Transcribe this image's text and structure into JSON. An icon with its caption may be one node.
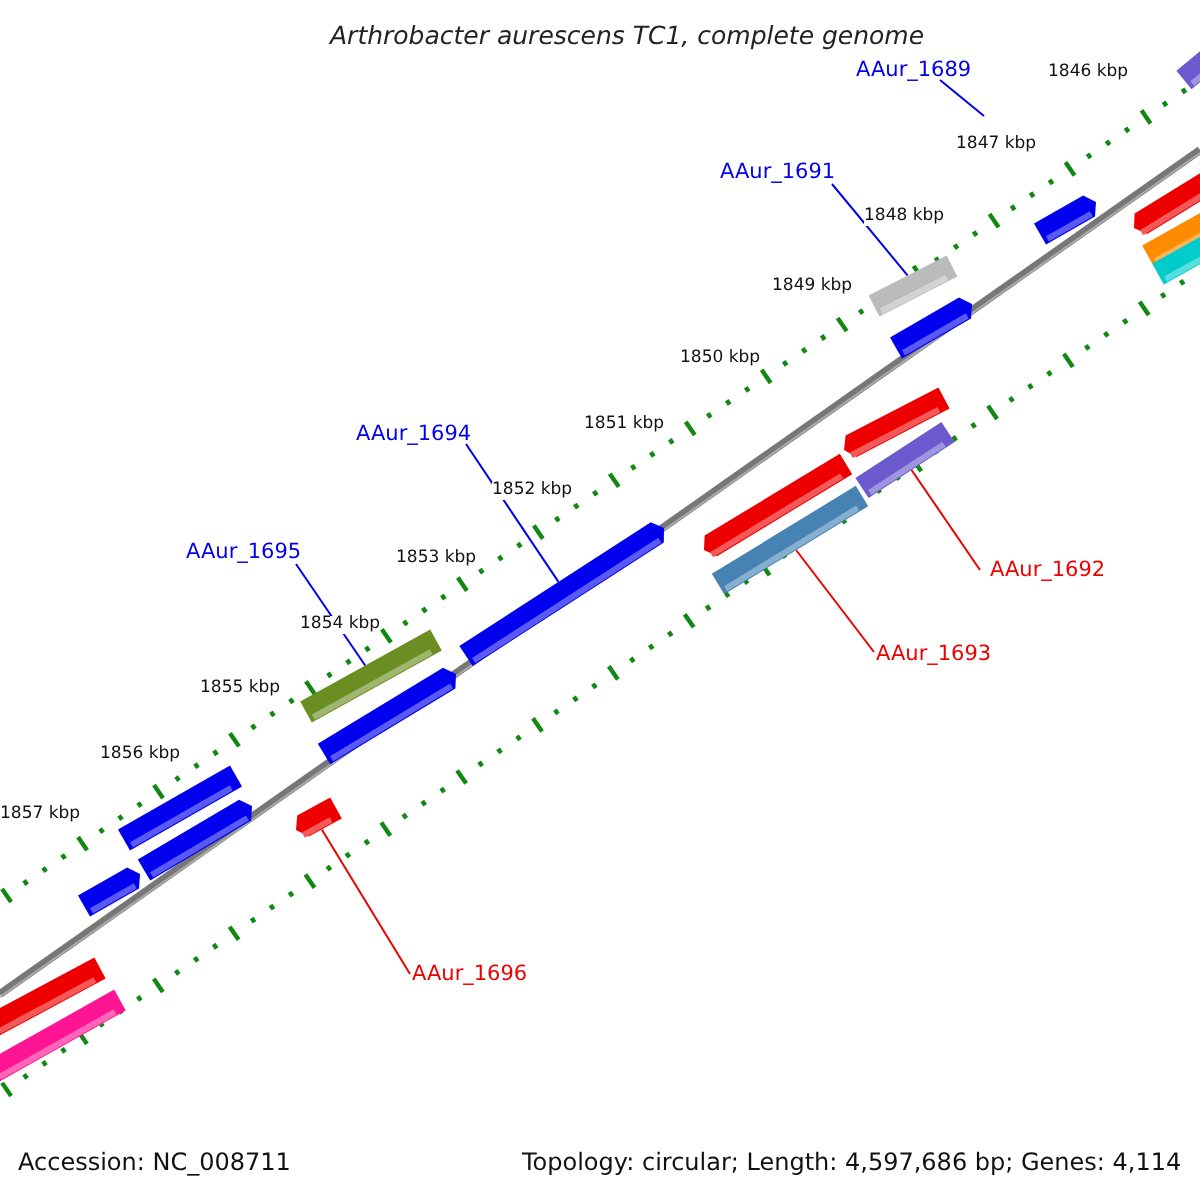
{
  "diagram": {
    "title": "Arthrobacter aurescens TC1, complete genome",
    "nodes": [
      {
        "text": [
          "AAur_1689"
        ]
      },
      {
        "text": [
          "AAur_1691"
        ]
      },
      {
        "text": [],
        "shape": "bar"
      },
      {
        "text": [
          "AAur_1694"
        ]
      },
      {
        "text": [],
        "shape": "bar"
      },
      {
        "text": [
          "AAur_1695"
        ]
      },
      {
        "text": [],
        "shape": "bar"
      },
      {
        "text": [
          "AAur_1692"
        ]
      },
      {
        "text": [],
        "shape": "bar"
      },
      {
        "text": [
          "AAur_1693"
        ]
      },
      {
        "text": [],
        "shape": "bar"
      },
      {
        "text": [
          "AAur_1696"
        ]
      },
      {
        "text": [],
        "shape": "bar"
      }
    ],
    "edges": [
      {
        "from": 0,
        "to": null,
        "arrow": "none"
      },
      {
        "from": 1,
        "to": 2,
        "arrow": "none"
      },
      {
        "from": 3,
        "to": 4,
        "arrow": "none"
      },
      {
        "from": 5,
        "to": 6,
        "arrow": "none"
      },
      {
        "from": 7,
        "to": 8,
        "arrow": "none",
        "color": "#ee0000"
      },
      {
        "from": 9,
        "to": 10,
        "arrow": "none",
        "color": "#ee0000"
      },
      {
        "from": 11,
        "to": 12,
        "arrow": "none",
        "color": "#ee0000"
      }
    ],
    "labels": [
      "1846 kbp",
      "1847 kbp",
      "1848 kbp",
      "1849 kbp",
      "1850 kbp",
      "1851 kbp",
      "1852 kbp",
      "1853 kbp",
      "1854 kbp",
      "1855 kbp",
      "1856 kbp",
      "1857 kbp",
      "Accession: NC_008711",
      "Topology: circular; Length: 4,597,686 bp; Genes: 4,114"
    ]
  }
}
